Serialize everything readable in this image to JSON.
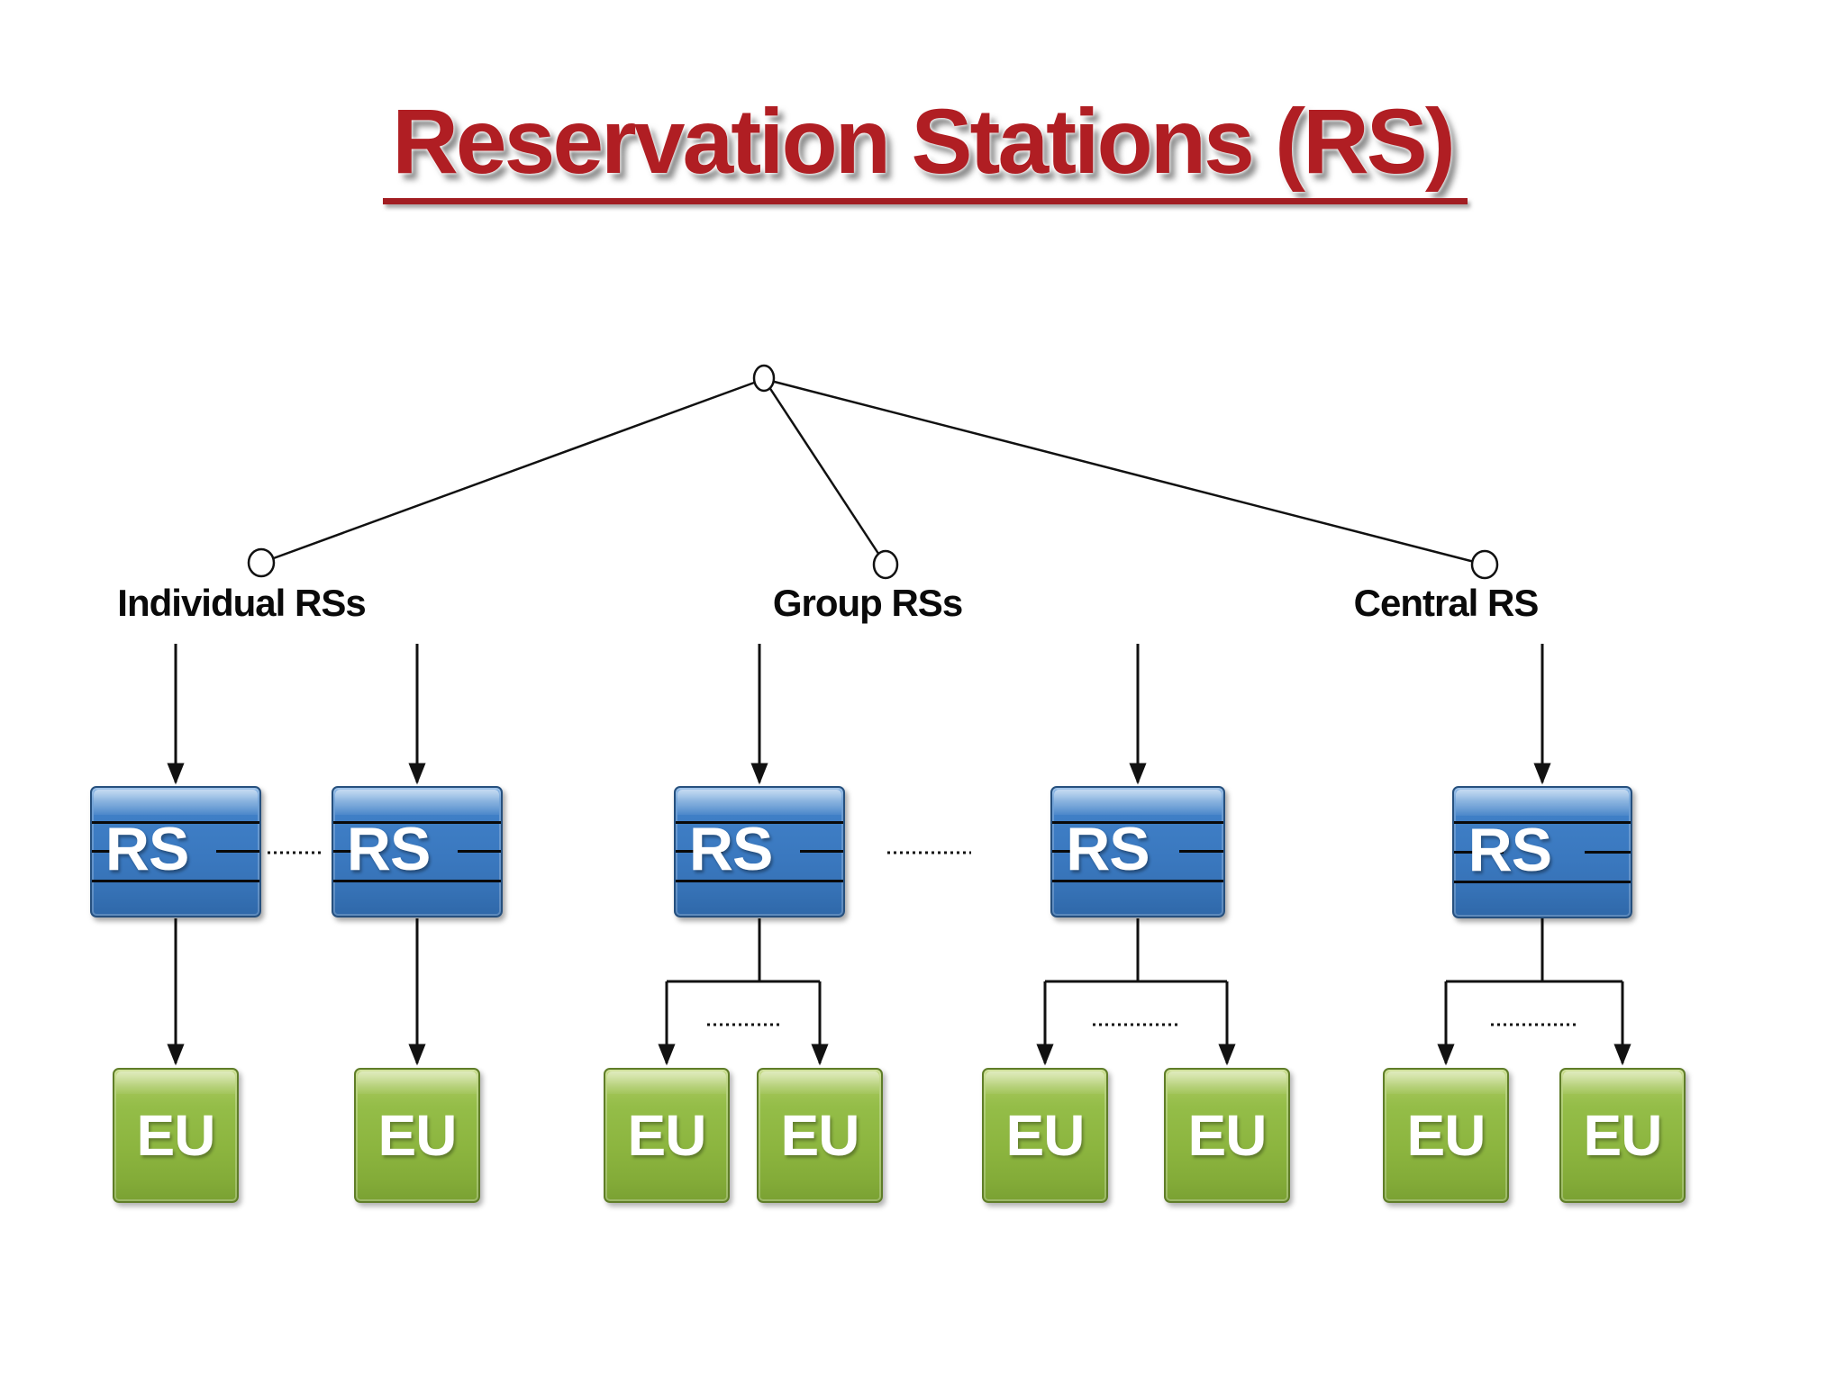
{
  "title": "Reservation Stations (RS)",
  "sections": [
    {
      "label": "Individual RSs"
    },
    {
      "label": "Group RSs"
    },
    {
      "label": "Central RS"
    }
  ],
  "box_labels": {
    "rs": "RS",
    "eu": "EU"
  },
  "colors": {
    "title_red": "#b01e23",
    "underline_red": "#a21d22",
    "rs_blue": "#3a78bf",
    "eu_green": "#8cb53f",
    "connector_black": "#111111"
  }
}
